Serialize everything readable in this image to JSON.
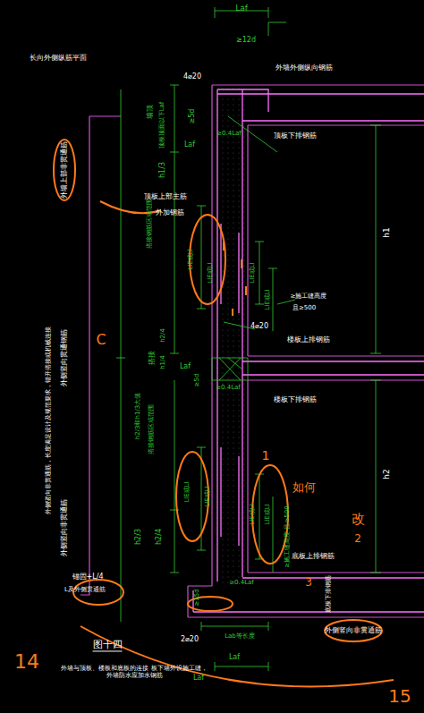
{
  "diagram": {
    "title": "图十四",
    "caption": "外墙与顶板、楼板和底板的连接 板下墙外设施工缝，外墙防水应加水钢筋",
    "labels": [
      "长向外侧纵筋平面",
      "Laf",
      "≥12d",
      "4⌀20",
      "外墙外侧纵向钢筋",
      "外墙上部非贯通筋",
      "顶板上部主筋",
      "外加钢筋",
      "墙顶",
      "≥5d",
      "顶板顶面以下Laf",
      "h1/3",
      "Laf",
      "≥0.4Laf",
      "顶板下排钢筋",
      "h1",
      "搭接钢筋区域范围",
      "LlE或Ll",
      "LlE或Ll",
      "LlE或Ll",
      "LlE或Ll",
      "≥施工缝高度",
      "且≥500",
      "楼板上排钢筋",
      "4⌀20",
      "搭接",
      "Laf",
      "≥5d",
      "≥0.4Laf",
      "h2/3和h1/3大值",
      "搭接钢筋区域范围",
      "h2/4",
      "h1/4",
      "楼板下排钢筋",
      "h2",
      "h2/3",
      "h2/4",
      "LlE或Ll",
      "LlE或Ll",
      "LlE或Ll",
      "LlE或Ll",
      "≥施工缝高度 且≥500",
      "底板上排钢筋",
      "底板下排钢筋",
      "≥0.4Laf",
      "≥15d",
      "2⌀20",
      "Lab等长度",
      "Laf",
      "Laf",
      "外侧竖向非贯通筋",
      "外侧竖向贯通钢筋",
      "外侧竖向非贯通筋，长度满足设计及规范要求，错开搭接或机械连接",
      "外侧竖向非贯通筋",
      "锚固+L/4",
      "L及外侧贯通筋",
      "1",
      "如何",
      "改",
      "2",
      "3",
      "C",
      "14",
      "15"
    ]
  }
}
